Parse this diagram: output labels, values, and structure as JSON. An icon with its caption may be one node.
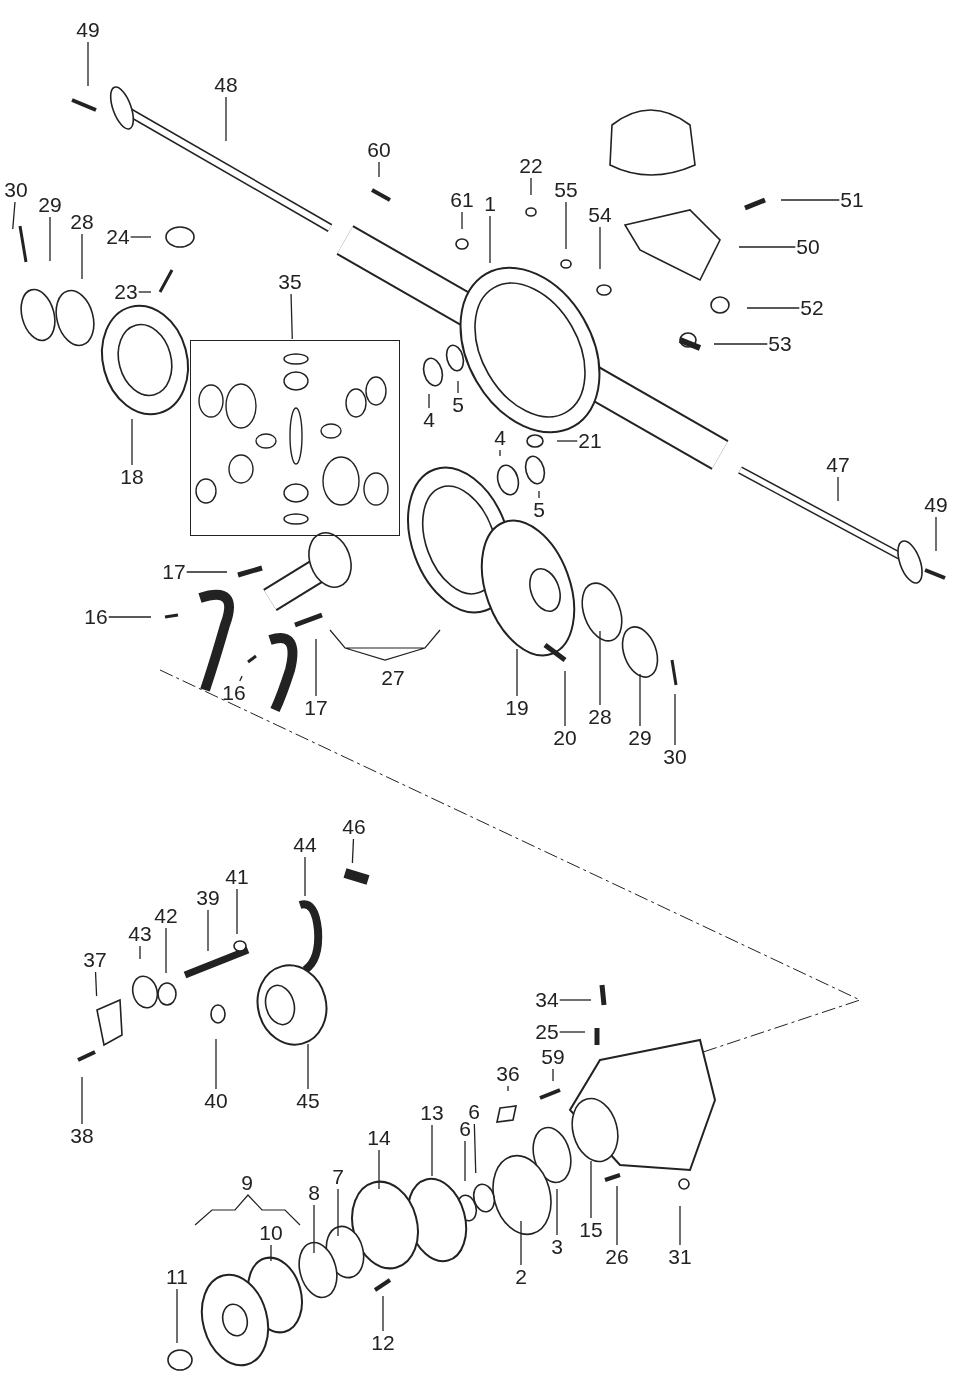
{
  "diagram": {
    "nodes": [
      {
        "text": [
          "49"
        ]
      },
      {
        "text": [
          "48"
        ]
      },
      {
        "text": [
          "60"
        ]
      },
      {
        "text": [
          "30"
        ]
      },
      {
        "text": [
          "29"
        ]
      },
      {
        "text": [
          "28"
        ]
      },
      {
        "text": [
          "22"
        ]
      },
      {
        "text": [
          "1"
        ]
      },
      {
        "text": [
          "61"
        ]
      },
      {
        "text": [
          "55"
        ]
      },
      {
        "text": [
          "54"
        ]
      },
      {
        "text": [
          "51"
        ]
      },
      {
        "text": [
          "24"
        ]
      },
      {
        "text": [
          "50"
        ]
      },
      {
        "text": [
          "35"
        ]
      },
      {
        "text": [],
        "shape": "box"
      },
      {
        "text": [
          "23"
        ]
      },
      {
        "text": [
          "52"
        ]
      },
      {
        "text": [
          "53"
        ]
      },
      {
        "text": [
          "4"
        ]
      },
      {
        "text": [
          "5"
        ]
      },
      {
        "text": [
          "18"
        ]
      },
      {
        "text": [
          "21"
        ]
      },
      {
        "text": [
          "4"
        ]
      },
      {
        "text": [
          "5"
        ]
      },
      {
        "text": [
          "47"
        ]
      },
      {
        "text": [
          "49"
        ]
      },
      {
        "text": [
          "17"
        ]
      },
      {
        "text": [
          "16"
        ]
      },
      {
        "text": [
          "16"
        ]
      },
      {
        "text": [
          "17"
        ]
      },
      {
        "text": [
          "19"
        ]
      },
      {
        "text": [
          "28"
        ]
      },
      {
        "text": [
          "20"
        ]
      },
      {
        "text": [
          "29"
        ]
      },
      {
        "text": [
          "30"
        ]
      },
      {
        "text": [
          "46"
        ]
      },
      {
        "text": [
          "44"
        ]
      },
      {
        "text": [
          "41"
        ]
      },
      {
        "text": [
          "39"
        ]
      },
      {
        "text": [
          "42"
        ]
      },
      {
        "text": [
          "43"
        ]
      },
      {
        "text": [
          "37"
        ]
      },
      {
        "text": [
          "34"
        ]
      },
      {
        "text": [
          "25"
        ]
      },
      {
        "text": [
          "59"
        ]
      },
      {
        "text": [
          "36"
        ]
      },
      {
        "text": [
          "40"
        ]
      },
      {
        "text": [
          "45"
        ]
      },
      {
        "text": [
          "38"
        ]
      },
      {
        "text": [
          "13"
        ]
      },
      {
        "text": [
          "6"
        ]
      },
      {
        "text": [
          "6"
        ]
      },
      {
        "text": [
          "14"
        ]
      },
      {
        "text": [
          "8"
        ]
      },
      {
        "text": [
          "7"
        ]
      },
      {
        "text": [
          "2"
        ]
      },
      {
        "text": [
          "3"
        ]
      },
      {
        "text": [
          "15"
        ]
      },
      {
        "text": [
          "26"
        ]
      },
      {
        "text": [
          "31"
        ]
      },
      {
        "text": [
          "10"
        ]
      },
      {
        "text": [
          "11"
        ]
      },
      {
        "text": [
          "12"
        ]
      }
    ],
    "edges": [
      {
        "from": 0,
        "to": null,
        "arrow": "none"
      },
      {
        "from": 1,
        "to": null,
        "arrow": "none"
      },
      {
        "from": 2,
        "to": null,
        "arrow": "none"
      },
      {
        "from": 3,
        "to": null,
        "arrow": "none"
      },
      {
        "from": 4,
        "to": null,
        "arrow": "none"
      },
      {
        "from": 5,
        "to": null,
        "arrow": "none"
      },
      {
        "from": 6,
        "to": null,
        "arrow": "none"
      },
      {
        "from": 7,
        "to": null,
        "arrow": "none"
      },
      {
        "from": 8,
        "to": null,
        "arrow": "none"
      },
      {
        "from": 9,
        "to": null,
        "arrow": "none"
      },
      {
        "from": 10,
        "to": null,
        "arrow": "none"
      },
      {
        "from": 11,
        "to": null,
        "arrow": "none"
      },
      {
        "from": 12,
        "to": null,
        "arrow": "none"
      },
      {
        "from": 13,
        "to": null,
        "arrow": "none"
      },
      {
        "from": 14,
        "to": 15,
        "arrow": "none"
      },
      {
        "from": 16,
        "to": null,
        "arrow": "none"
      },
      {
        "from": 17,
        "to": null,
        "arrow": "none"
      },
      {
        "from": 18,
        "to": null,
        "arrow": "none"
      },
      {
        "from": 19,
        "to": null,
        "arrow": "none"
      },
      {
        "from": 20,
        "to": null,
        "arrow": "none"
      },
      {
        "from": 21,
        "to": null,
        "arrow": "none"
      },
      {
        "from": 22,
        "to": null,
        "arrow": "none"
      },
      {
        "from": 23,
        "to": null,
        "arrow": "none"
      },
      {
        "from": 24,
        "to": null,
        "arrow": "none"
      },
      {
        "from": 25,
        "to": null,
        "arrow": "none"
      },
      {
        "from": 26,
        "to": null,
        "arrow": "none"
      },
      {
        "from": 27,
        "to": null,
        "arrow": "none"
      },
      {
        "from": 28,
        "to": null,
        "arrow": "none"
      },
      {
        "from": 29,
        "to": null,
        "arrow": "none"
      },
      {
        "from": 30,
        "to": null,
        "arrow": "none"
      },
      {
        "from": 31,
        "to": null,
        "arrow": "none"
      },
      {
        "from": 32,
        "to": null,
        "arrow": "none"
      },
      {
        "from": 33,
        "to": null,
        "arrow": "none"
      },
      {
        "from": 34,
        "to": null,
        "arrow": "none"
      },
      {
        "from": 35,
        "to": null,
        "arrow": "none"
      },
      {
        "from": 36,
        "to": null,
        "arrow": "none"
      },
      {
        "from": 37,
        "to": null,
        "arrow": "none"
      },
      {
        "from": 38,
        "to": null,
        "arrow": "none"
      },
      {
        "from": 39,
        "to": null,
        "arrow": "none"
      },
      {
        "from": 40,
        "to": null,
        "arrow": "none"
      },
      {
        "from": 41,
        "to": null,
        "arrow": "none"
      },
      {
        "from": 42,
        "to": null,
        "arrow": "none"
      },
      {
        "from": 43,
        "to": null,
        "arrow": "none"
      },
      {
        "from": 44,
        "to": null,
        "arrow": "none"
      },
      {
        "from": 45,
        "to": null,
        "arrow": "none"
      },
      {
        "from": 46,
        "to": null,
        "arrow": "none"
      },
      {
        "from": 47,
        "to": null,
        "arrow": "none"
      },
      {
        "from": 48,
        "to": null,
        "arrow": "none"
      },
      {
        "from": 49,
        "to": null,
        "arrow": "none"
      },
      {
        "from": 50,
        "to": null,
        "arrow": "none"
      },
      {
        "from": 51,
        "to": null,
        "arrow": "none"
      },
      {
        "from": 52,
        "to": null,
        "arrow": "none"
      },
      {
        "from": 53,
        "to": null,
        "arrow": "none"
      },
      {
        "from": 54,
        "to": null,
        "arrow": "none"
      },
      {
        "from": 55,
        "to": null,
        "arrow": "none"
      },
      {
        "from": 56,
        "to": null,
        "arrow": "none"
      },
      {
        "from": 57,
        "to": null,
        "arrow": "none"
      },
      {
        "from": 58,
        "to": null,
        "arrow": "none"
      },
      {
        "from": 59,
        "to": null,
        "arrow": "none"
      },
      {
        "from": 60,
        "to": null,
        "arrow": "none"
      },
      {
        "from": 61,
        "to": null,
        "arrow": "none"
      },
      {
        "from": 62,
        "to": null,
        "arrow": "none"
      },
      {
        "from": 63,
        "to": null,
        "arrow": "none"
      }
    ],
    "labels": [
      "27",
      "9"
    ]
  }
}
